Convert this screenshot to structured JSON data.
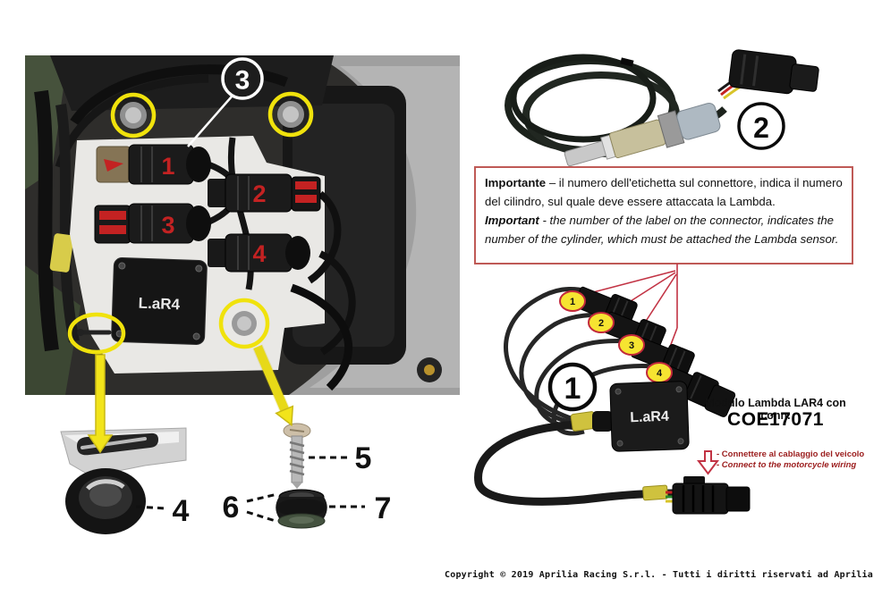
{
  "colors": {
    "accent_yellow": "#f2e41a",
    "accent_red": "#c23344",
    "notice_border": "#bf5a56",
    "connector_number_red": "#c32222"
  },
  "engine_photo": {
    "callout": "3",
    "connector_labels": [
      "1",
      "2",
      "3",
      "4"
    ],
    "module_label": "L.aR4"
  },
  "sensor_photo": {
    "callout": "2"
  },
  "notice": {
    "it_bold": "Importante",
    "it_text": "– il numero dell'etichetta sul connettore, indica il numero del cilindro, sul quale deve essere attaccata la Lambda.",
    "en_bold": "Important",
    "en_text": "- the number of the label on the connector, indicates the number of the cylinder, which must be attached the Lambda sensor."
  },
  "harness": {
    "callout": "1",
    "cable_labels": [
      "1",
      "2",
      "3",
      "4"
    ],
    "module_label": "L.aR4",
    "caption_title": "Modulo Lambda LAR4 con conn.",
    "caption_code": "COE17071",
    "note_it": "- Connettere al cablaggio del veicolo",
    "note_en": "- Connect to the motorcycle wiring"
  },
  "parts": {
    "bracket_label": "4",
    "screw_label": "5",
    "washers_label": "6",
    "grommet_label": "7"
  },
  "footer": {
    "copyright": "Copyright © 2019 Aprilia Racing S.r.l. - Tutti i diritti riservati ad Aprilia"
  }
}
